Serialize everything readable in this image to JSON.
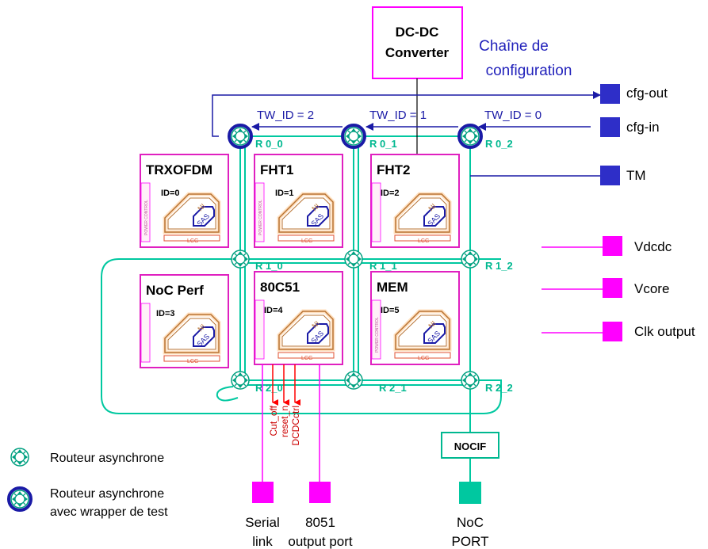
{
  "dcdc": {
    "line1": "DC-DC",
    "line2": "Converter"
  },
  "chain": {
    "line1": "Chaîne de",
    "line2": "configuration"
  },
  "signals": {
    "cfg_out": "cfg-out",
    "cfg_in": "cfg-in",
    "tm": "TM",
    "vdcdc": "Vdcdc",
    "vcore": "Vcore",
    "clk_output": "Clk output"
  },
  "tw_ids": [
    "TW_ID = 2",
    "TW_ID = 1",
    "TW_ID = 0"
  ],
  "routers": {
    "r0_0": "R 0_0",
    "r0_1": "R 0_1",
    "r0_2": "R 0_2",
    "r1_0": "R 1_0",
    "r1_1": "R 1_1",
    "r1_2": "R 1_2",
    "r2_0": "R 2_0",
    "r2_1": "R 2_1",
    "r2_2": "R 2_2"
  },
  "units": [
    {
      "name": "TRXOFDM",
      "id": "ID=0"
    },
    {
      "name": "FHT1",
      "id": "ID=1"
    },
    {
      "name": "FHT2",
      "id": "ID=2"
    },
    {
      "name": "NoC Perf",
      "id": "ID=3"
    },
    {
      "name": "80C51",
      "id": "ID=4"
    },
    {
      "name": "MEM",
      "id": "ID=5"
    }
  ],
  "ni_labels": {
    "ni": "NI",
    "sas": "SAS",
    "lcg": "LCG",
    "power": "POWER CONTROL"
  },
  "ctrl_signals": [
    "Cut_off",
    "reset_n",
    "DCDCctrl"
  ],
  "ports": {
    "nocif": "NOCIF",
    "serial_line1": "Serial",
    "serial_line2": "link",
    "out8051_line1": "8051",
    "out8051_line2": "output port",
    "noc_line1": "NoC",
    "noc_line2": "PORT"
  },
  "legend": {
    "router_async": "Routeur asynchrone",
    "router_wrapper_line1": "Routeur asynchrone",
    "router_wrapper_line2": "avec wrapper de test"
  },
  "colors": {
    "magenta": "#ff00ff",
    "teal": "#00c8a0",
    "navy": "#1a1aa6",
    "red": "#ff0000",
    "brown": "#b87333"
  }
}
